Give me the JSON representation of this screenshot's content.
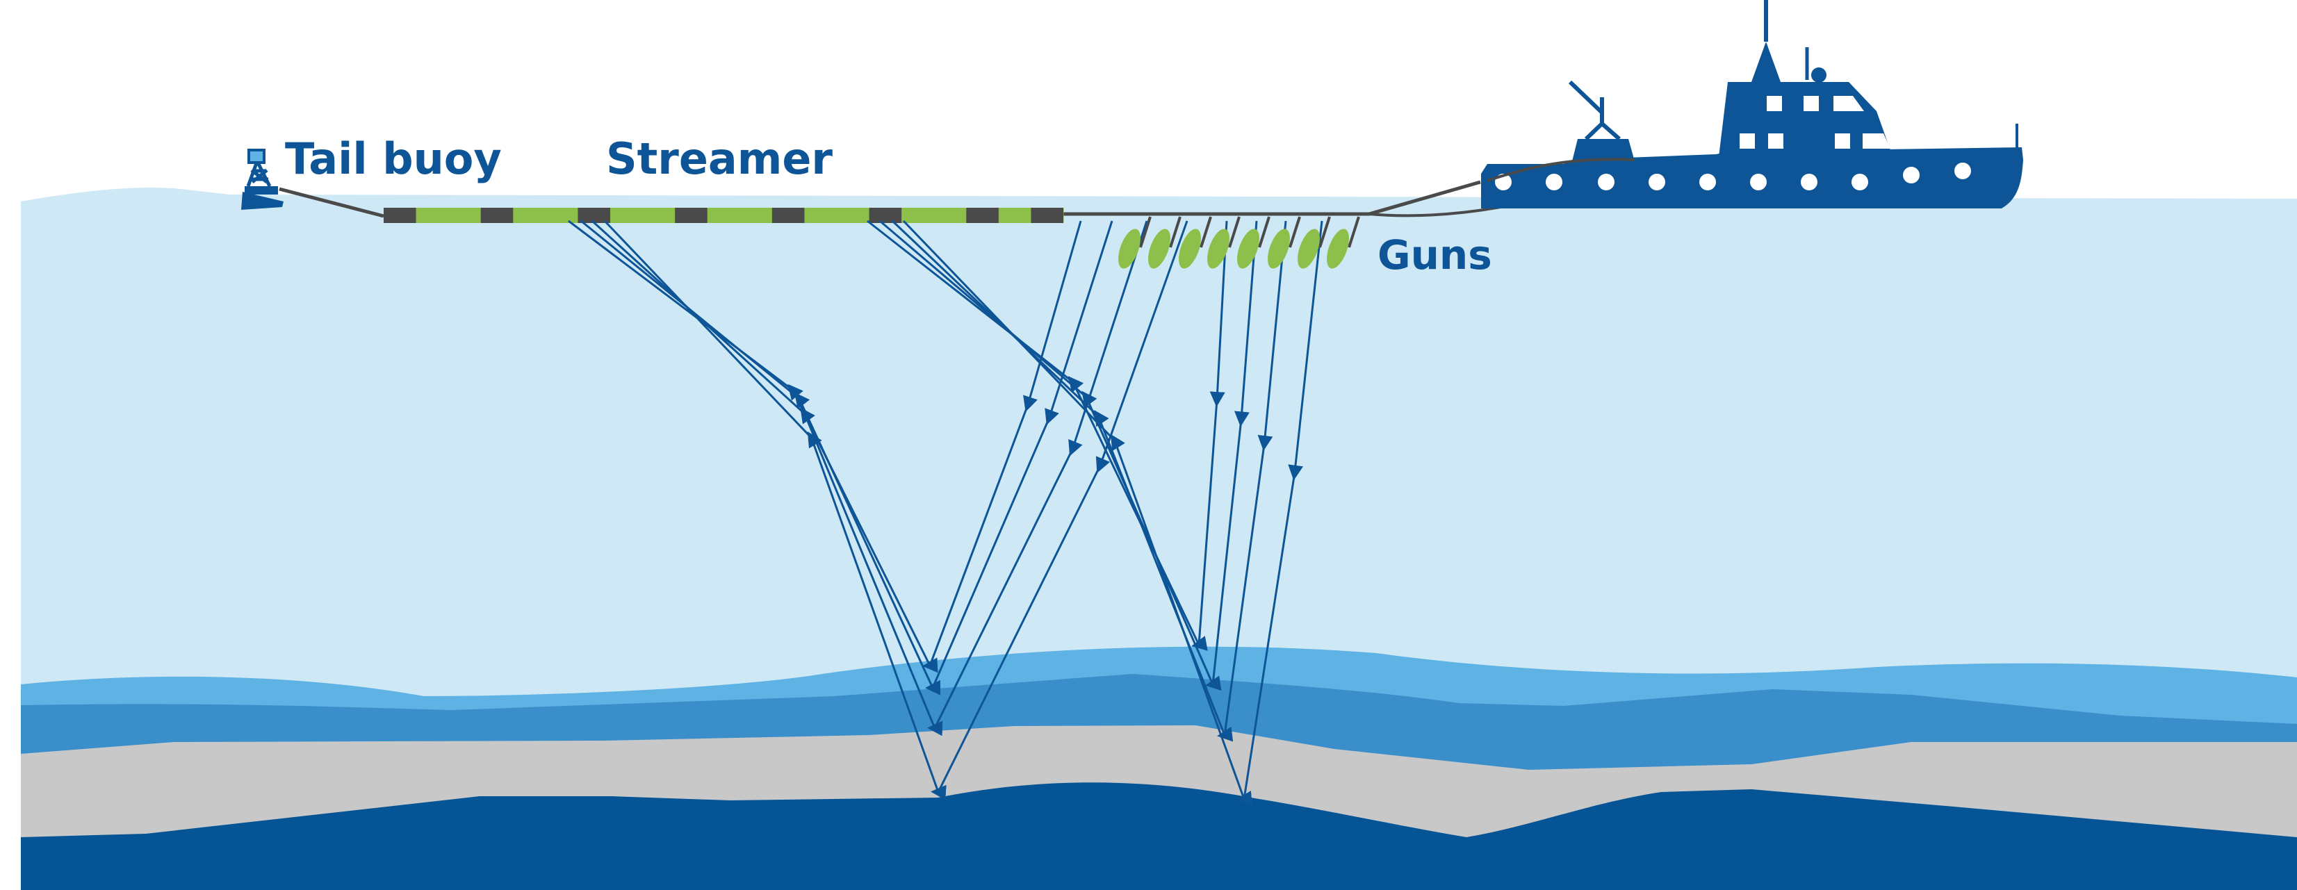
{
  "labels": {
    "tail_buoy": "Tail buoy",
    "streamer": "Streamer",
    "guns": "Guns"
  },
  "colors": {
    "sea": "#cfe8f6",
    "layer_light": "#5eb3e4",
    "layer_mid": "#3a8fca",
    "layer_grey": "#c8c8c9",
    "layer_dark": "#055495",
    "ship": "#0d5597",
    "streamer_green": "#8cc04b",
    "streamer_dark": "#4a4a4a",
    "ray": "#0d5597"
  },
  "icons": [
    "tail-buoy-icon",
    "ship-icon",
    "gun-icon"
  ],
  "streamer_segments": 14,
  "gun_count": 8
}
